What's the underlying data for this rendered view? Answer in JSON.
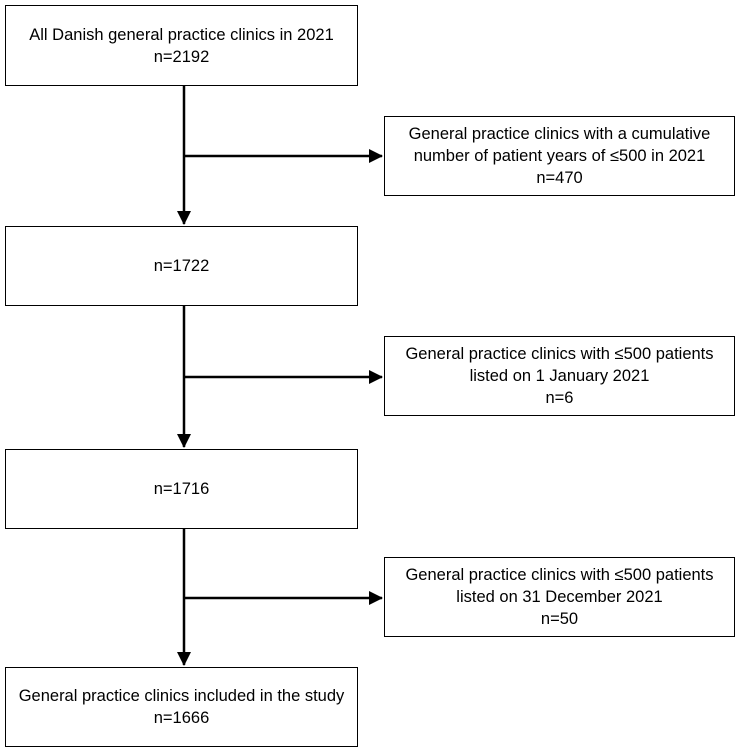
{
  "flowchart": {
    "start": {
      "lines": [
        "All Danish general practice clinics in 2021",
        "n=2192"
      ]
    },
    "exclusion_1": {
      "lines": [
        "General practice clinics  with a cumulative",
        "number of patient years of ≤500 in 2021",
        "n=470"
      ]
    },
    "step_1": {
      "lines": [
        "n=1722"
      ]
    },
    "exclusion_2": {
      "lines": [
        "General practice clinics with ≤500 patients",
        "listed on 1 January 2021",
        "n=6"
      ]
    },
    "step_2": {
      "lines": [
        "n=1716"
      ]
    },
    "exclusion_3": {
      "lines": [
        "General practice clinics with ≤500 patients",
        "listed on 31 December 2021",
        "n=50"
      ]
    },
    "final": {
      "lines": [
        "General practice clinics included in the study",
        "n=1666"
      ]
    }
  },
  "colors": {
    "stroke": "#000000",
    "background": "#ffffff"
  }
}
